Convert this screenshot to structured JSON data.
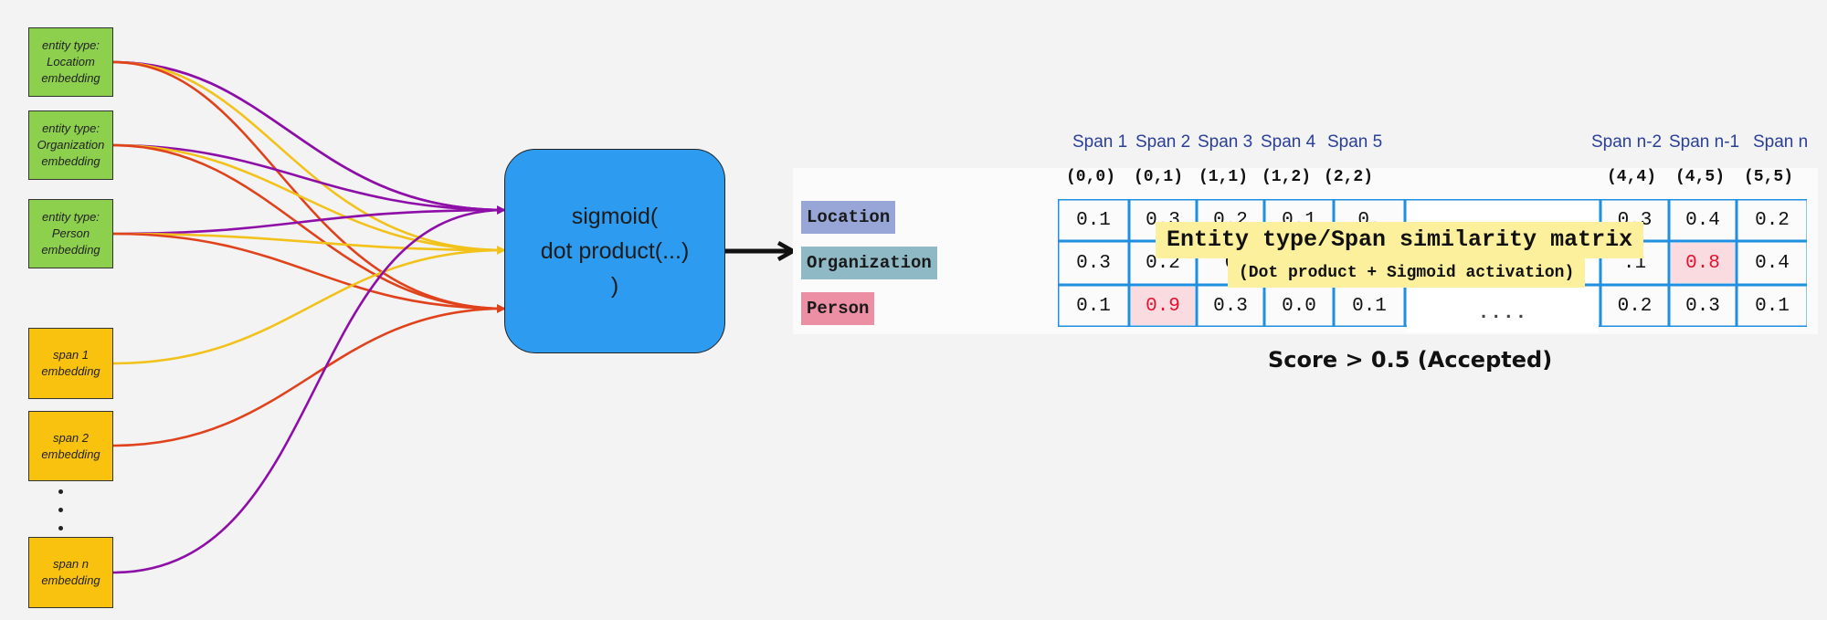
{
  "inputs": {
    "entity_types": [
      {
        "line1": "entity type:",
        "line2": "Locatiom",
        "line3": "embedding"
      },
      {
        "line1": "entity type:",
        "line2": "Organization",
        "line3": "embedding"
      },
      {
        "line1": "entity type:",
        "line2": "Person",
        "line3": "embedding"
      }
    ],
    "spans": [
      {
        "line1": "span 1",
        "line2": "embedding"
      },
      {
        "line1": "span 2",
        "line2": "embedding"
      },
      {
        "line1": "span n",
        "line2": "embedding"
      }
    ]
  },
  "operation": {
    "line1": "sigmoid(",
    "line2": "dot product(...)",
    "line3": ")"
  },
  "matrix": {
    "span_names": [
      "Span 1",
      "Span 2",
      "Span 3",
      "Span 4",
      "Span 5",
      "Span n-2",
      "Span n-1",
      "Span n"
    ],
    "span_coords": [
      "(0,0)",
      "(0,1)",
      "(1,1)",
      "(1,2)",
      "(2,2)",
      "(4,4)",
      "(4,5)",
      "(5,5)"
    ],
    "rows": [
      {
        "label": "Location",
        "values": [
          "0.1",
          "0.3",
          "0.2",
          "0.1",
          "0.",
          "....",
          "0.3",
          "0.4",
          "0.2"
        ]
      },
      {
        "label": "Organization",
        "values": [
          "0.3",
          "0.2",
          "0",
          "",
          "",
          "",
          ".1",
          "0.8",
          "0.4"
        ]
      },
      {
        "label": "Person",
        "values": [
          "0.1",
          "0.9",
          "0.3",
          "0.0",
          "0.1",
          "....",
          "0.2",
          "0.3",
          "0.1"
        ]
      }
    ],
    "title": "Entity type/Span similarity matrix",
    "subtitle": "(Dot product + Sigmoid activation)",
    "threshold_note": "Score > 0.5 (Accepted)"
  },
  "colors": {
    "entity_box": "#8dd04d",
    "span_box": "#f9c20f",
    "operation_box": "#2d9cf0",
    "location_curve": "#8e0fa8",
    "organization_curve": "#f2c21b",
    "person_curve": "#e0431c",
    "location_label": "#97a6d6",
    "organization_label": "#8fb9c5",
    "person_label": "#ec8ea4",
    "grid": "#1f8fe0",
    "highlight": "#e8112d",
    "dashed_arrow": "#ef6464",
    "overlay": "#fcf09c"
  }
}
